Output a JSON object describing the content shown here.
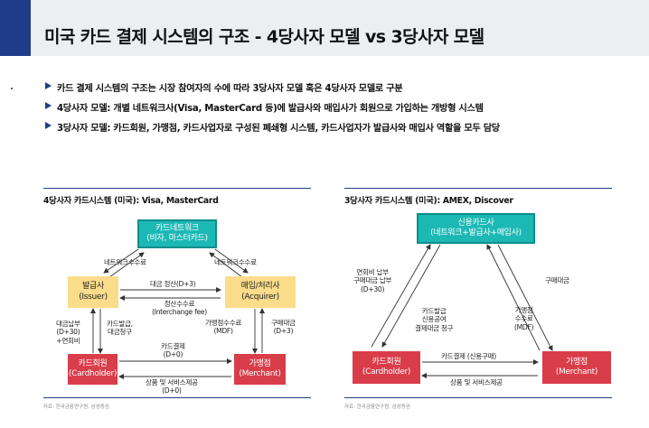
{
  "title": "미국 카드 결제 시스템의 구조 - 4당사자 모델 vs 3당사자 모델",
  "bullets": [
    "카드 결제 시스템의 구조는 시장 참여자의 수에 따라 3당사자 모델 혹은 4당사자 모델로 구분",
    "4당사자 모델: 개별 네트워크사(Visa, MasterCard 등)에 발급사와 매입사가 회원으로 가입하는 개방형 시스템",
    "3당사자 모델: 카드회원, 가맹점, 카드사업자로 구성된 폐쇄형 시스템, 카드사업자가 발급사와 매입사 역할을 모두 담당"
  ],
  "four_party": {
    "title": "4당사자 카드시스템 (미국): Visa, MasterCard",
    "network": [
      "카드네트워크",
      "(비자, 마스터카드)"
    ],
    "issuer": [
      "발급사",
      "(Issuer)"
    ],
    "acquirer": [
      "매입/처리사",
      "(Acquirer)"
    ],
    "cardholder": [
      "카드회원",
      "(Cardholder)"
    ],
    "merchant": [
      "가맹점",
      "(Merchant)"
    ],
    "labels": {
      "net_fee_left": "네트워크수수료",
      "net_fee_right": "네트워크수수료",
      "settlement": "대금 정산(D+3)",
      "interchange": [
        "정산수수료",
        "(Interchange fee)"
      ],
      "cardholder_pay": [
        "대금납부",
        "(D+30)",
        "+연회비"
      ],
      "issue_bill": [
        "카드발급,",
        "대금청구"
      ],
      "mdf": [
        "가맹점수수료",
        "(MDF)"
      ],
      "purchase_payment": [
        "구매대금",
        "(D+3)"
      ],
      "card_payment": [
        "카드결제",
        "(D+0)"
      ],
      "goods": [
        "상품 및 서비스제공",
        "(D+0)"
      ]
    },
    "source": "자료: 한국금융연구원, 삼성증권"
  },
  "three_party": {
    "title": "3당사자 카드시스템 (미국): AMEX, Discover",
    "company": [
      "신용카드사",
      "(네트워크+발급사+매입사)"
    ],
    "cardholder": [
      "카드회원",
      "(Cardholder)"
    ],
    "merchant": [
      "가맹점",
      "(Merchant)"
    ],
    "labels": {
      "annual_fee": [
        "연회비 납부",
        "구매대금 납부",
        "(D+30)"
      ],
      "issue": [
        "카드발급",
        "신용공여",
        "결제대금 청구"
      ],
      "purchase_payment": "구매대금",
      "mdf": [
        "가맹점",
        "수수료",
        "(MDF)"
      ],
      "card_payment": "카드결제 (신용구매)",
      "goods": "상품 및 서비스제공"
    },
    "source": "자료: 한국금융연구원, 삼성증권"
  },
  "colors": {
    "accent": "#1f3c88",
    "network": "#1cb8b4",
    "bank": "#fadc8a",
    "party": "#d93d4a"
  }
}
